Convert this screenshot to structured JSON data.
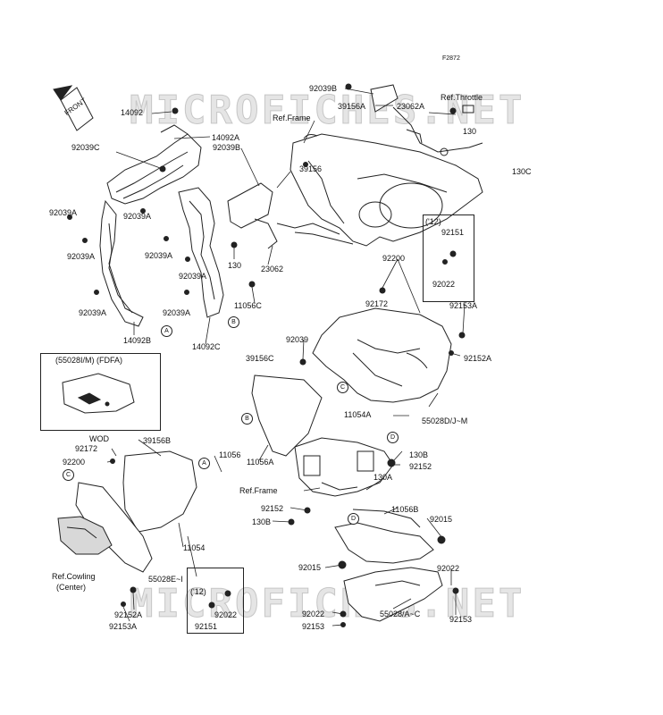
{
  "diagram": {
    "figure_code": "F2872",
    "front_arrow": "FRONT",
    "watermark": "MICROFICHES.NET",
    "labels": {
      "p14092": "14092",
      "p14092A": "14092A",
      "p92039C": "92039C",
      "p92039B_top": "92039B",
      "p92039B": "92039B",
      "p39156A": "39156A",
      "p23062A": "23062A",
      "ref_throttle": "Ref.Throttle",
      "p130_top": "130",
      "p130C": "130C",
      "ref_frame_top": "Ref.Frame",
      "p39156": "39156",
      "p92039A_1": "92039A",
      "p92039A_2": "92039A",
      "p92039A_3": "92039A",
      "p92039A_4": "92039A",
      "p92039A_5": "92039A",
      "p92039A_6": "92039A",
      "p92039A_7": "92039A",
      "p130_mid": "130",
      "p23062": "23062",
      "p11056C": "11056C",
      "p14092B": "14092B",
      "p14092C": "14092C",
      "box12_top": "('12)",
      "p92151_top": "92151",
      "p92022_top": "92022",
      "p92200_top": "92200",
      "p92172_top": "92172",
      "p92153A_top": "92153A",
      "p92039": "92039",
      "p92152A_top": "92152A",
      "p39156C": "39156C",
      "p11054A": "11054A",
      "p55028DJM": "55028D/J~M",
      "box_fdfa_title": "(55028I/M) (FDFA)",
      "wod": "WOD",
      "p92172_bot": "92172",
      "p92200_bot": "92200",
      "p39156B": "39156B",
      "p11056": "11056",
      "p11056A": "11056A",
      "p130B_r": "130B",
      "p92152_r": "92152",
      "p130A": "130A",
      "ref_frame_bot": "Ref.Frame",
      "p92152_c": "92152",
      "p130B_c": "130B",
      "p11056B": "11056B",
      "p92015_r": "92015",
      "p11054": "11054",
      "p55028EI": "55028E~I",
      "ref_cowling": "Ref.Cowling",
      "center": "(Center)",
      "box12_bot": "('12)",
      "p92022_bot": "92022",
      "p92151_bot": "92151",
      "p92152A_bot": "92152A",
      "p92153A_bot": "92153A",
      "p92015_c": "92015",
      "p92022_c": "92022",
      "p92153_c": "92153",
      "p55028AC": "55028/A~C",
      "p92022_r": "92022",
      "p92153_r": "92153"
    },
    "callouts": {
      "A1": "A",
      "A2": "A",
      "B1": "B",
      "B2": "B",
      "C1": "C",
      "C2": "C",
      "D1": "D",
      "D2": "D"
    },
    "colors": {
      "line": "#222222",
      "fill": "#ffffff",
      "shade": "#d8d8d8"
    }
  }
}
